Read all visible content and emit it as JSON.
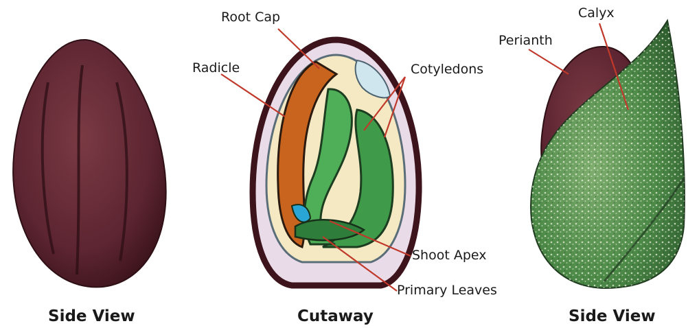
{
  "panels": [
    {
      "caption": "Side View"
    },
    {
      "caption": "Cutaway"
    },
    {
      "caption": "Side View"
    }
  ],
  "labels": {
    "root_cap": "Root Cap",
    "radicle": "Radicle",
    "cotyledons": "Cotyledons",
    "shoot_apex": "Shoot Apex",
    "primary_leaves": "Primary Leaves",
    "calyx": "Calyx",
    "perianth": "Perianth"
  },
  "colors": {
    "seed_coat": "#5a2530",
    "leader_line": "#c0392b",
    "cotyledon_green": "#3f9a4a",
    "radicle_orange": "#c8641e",
    "calyx_green": "#4d8a48",
    "endosperm": "#f4e9c2",
    "inner_pink": "#eadbe8"
  }
}
